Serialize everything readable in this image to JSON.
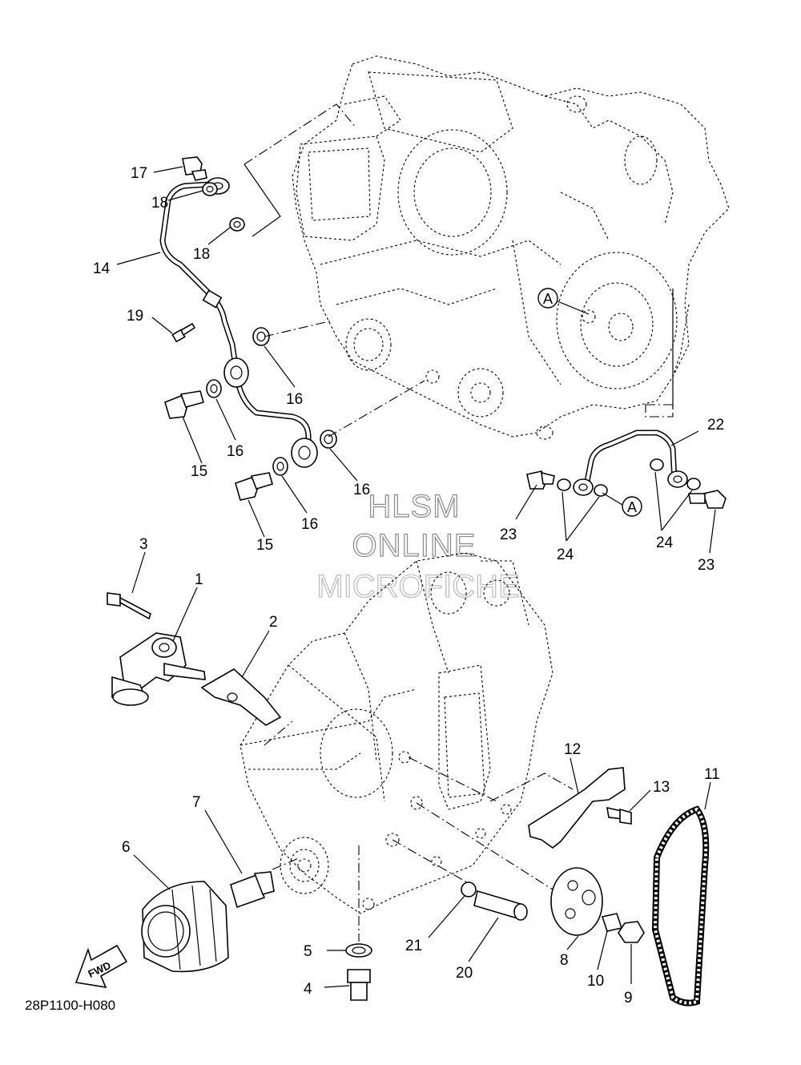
{
  "watermark": {
    "line1": "HLSM",
    "line2": "ONLINE",
    "line3": "MICROFICHE"
  },
  "diagram_code": "28P1100-H080",
  "fwd_label": "FWD",
  "ref_marker": "A",
  "callouts": {
    "c1": "1",
    "c2": "2",
    "c3": "3",
    "c4": "4",
    "c5": "5",
    "c6": "6",
    "c7": "7",
    "c8": "8",
    "c9": "9",
    "c10": "10",
    "c11": "11",
    "c12": "12",
    "c13": "13",
    "c14": "14",
    "c15a": "15",
    "c15b": "15",
    "c16a": "16",
    "c16b": "16",
    "c16c": "16",
    "c16d": "16",
    "c17": "17",
    "c18a": "18",
    "c18b": "18",
    "c19": "19",
    "c20": "20",
    "c21": "21",
    "c22": "22",
    "c23a": "23",
    "c23b": "23",
    "c24a": "24",
    "c24b": "24"
  }
}
